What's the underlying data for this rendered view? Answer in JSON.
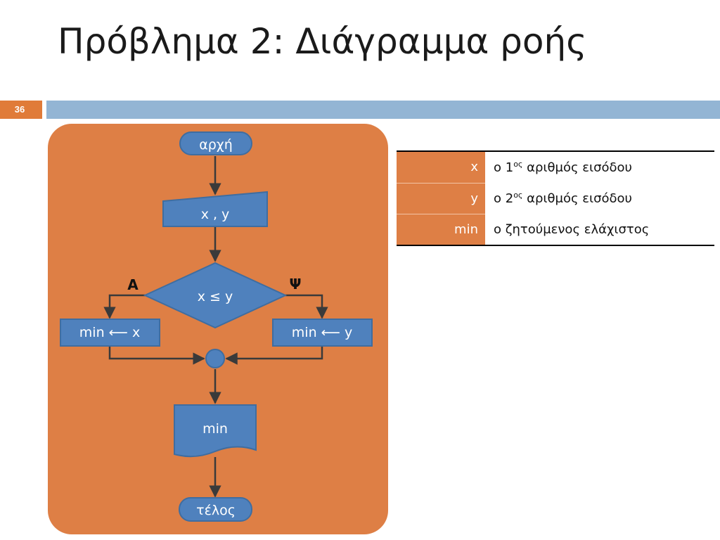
{
  "title": "Πρόβλημα 2: Διάγραμμα ροής",
  "slide_number": "36",
  "colors": {
    "accent_orange": "#de7f45",
    "node_blue": "#4f81bd",
    "header_bar_blue": "#93b5d4",
    "arrow": "#3a3a3a"
  },
  "flowchart": {
    "start": "αρχή",
    "input": "x , y",
    "decision": "x ≤ y",
    "yes_label": "Α",
    "no_label": "Ψ",
    "assign_yes": "min ⟵ x",
    "assign_no": "min ⟵ y",
    "output": "min",
    "end": "τέλος"
  },
  "legend": {
    "rows": [
      {
        "symbol": "x",
        "desc_pre": "ο 1",
        "sup": "ος",
        "desc_post": " αριθμός εισόδου"
      },
      {
        "symbol": "y",
        "desc_pre": "ο 2",
        "sup": "ος",
        "desc_post": " αριθμός εισόδου"
      },
      {
        "symbol": "min",
        "desc_pre": "ο ζητούμενος ελάχιστος",
        "sup": "",
        "desc_post": ""
      }
    ]
  }
}
